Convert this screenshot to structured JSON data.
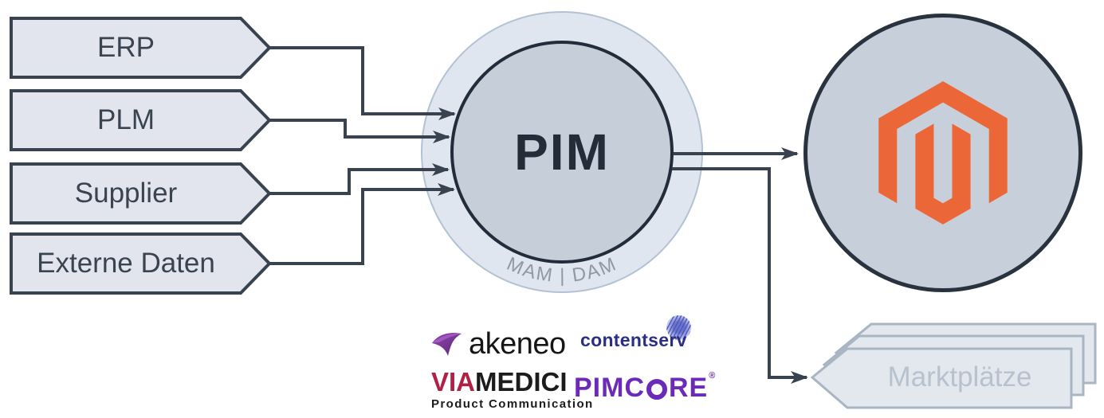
{
  "diagram": {
    "sources": [
      {
        "label": "ERP"
      },
      {
        "label": "PLM"
      },
      {
        "label": "Supplier"
      },
      {
        "label": "Externe Daten"
      }
    ],
    "pim": {
      "label": "PIM",
      "ring_label": "MAM | DAM"
    },
    "vendors": {
      "akeneo": {
        "name": "akeneo"
      },
      "contentserv": {
        "name": "contentserv"
      },
      "viamedici": {
        "name_left": "VIA",
        "name_right": "MEDICI",
        "tagline": "Product Communication"
      },
      "pimcore": {
        "name_left": "PIMC",
        "name_right": "RE",
        "reg": "®"
      }
    },
    "outputs": {
      "marketplace_label": "Marktplätze"
    },
    "colors": {
      "line": "#39434f",
      "box_fill": "#e2e5ee",
      "box_border": "#39434f",
      "pim_inner_fill": "#c5ced9",
      "pim_inner_border": "#232c3a",
      "ring_fill": "#e0e6ef",
      "ring_border": "#b3c2d3",
      "ring_text": "#8f98a3",
      "magento_fill": "#c7d0da",
      "magento_border": "#29323f",
      "magento_orange": "#ec6737",
      "marketplace_fill": "#e3e7ee",
      "marketplace_border": "#a9b5c3",
      "marketplace_text": "#b8c2cf",
      "akeneo_purple": "#7b3397",
      "contentserv_navy": "#2a2f86",
      "viamedici_red": "#b12045",
      "pimcore_purple": "#6b2bb8"
    }
  }
}
